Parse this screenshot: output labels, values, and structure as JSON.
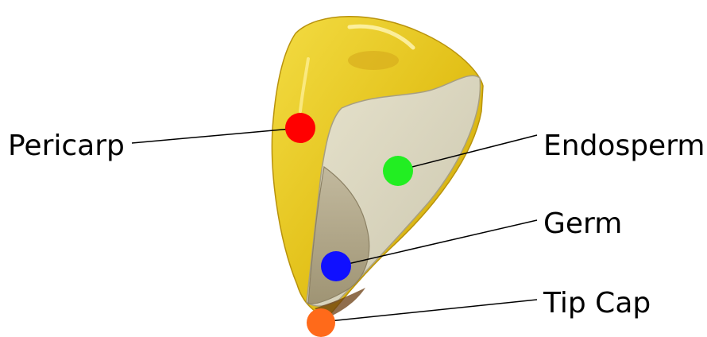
{
  "labels": {
    "pericarp": "Pericarp",
    "endosperm": "Endosperm",
    "germ": "Germ",
    "tip_cap": "Tip Cap"
  },
  "colors": {
    "pericarp_marker": "#ff0000",
    "endosperm_marker": "#22ee22",
    "germ_marker": "#1010ff",
    "tip_cap_marker": "#ff6a1a",
    "pericarp_fill": "#e8c81a",
    "endosperm_fill": "#d9d5bf",
    "germ_fill": "#b1a78c"
  }
}
